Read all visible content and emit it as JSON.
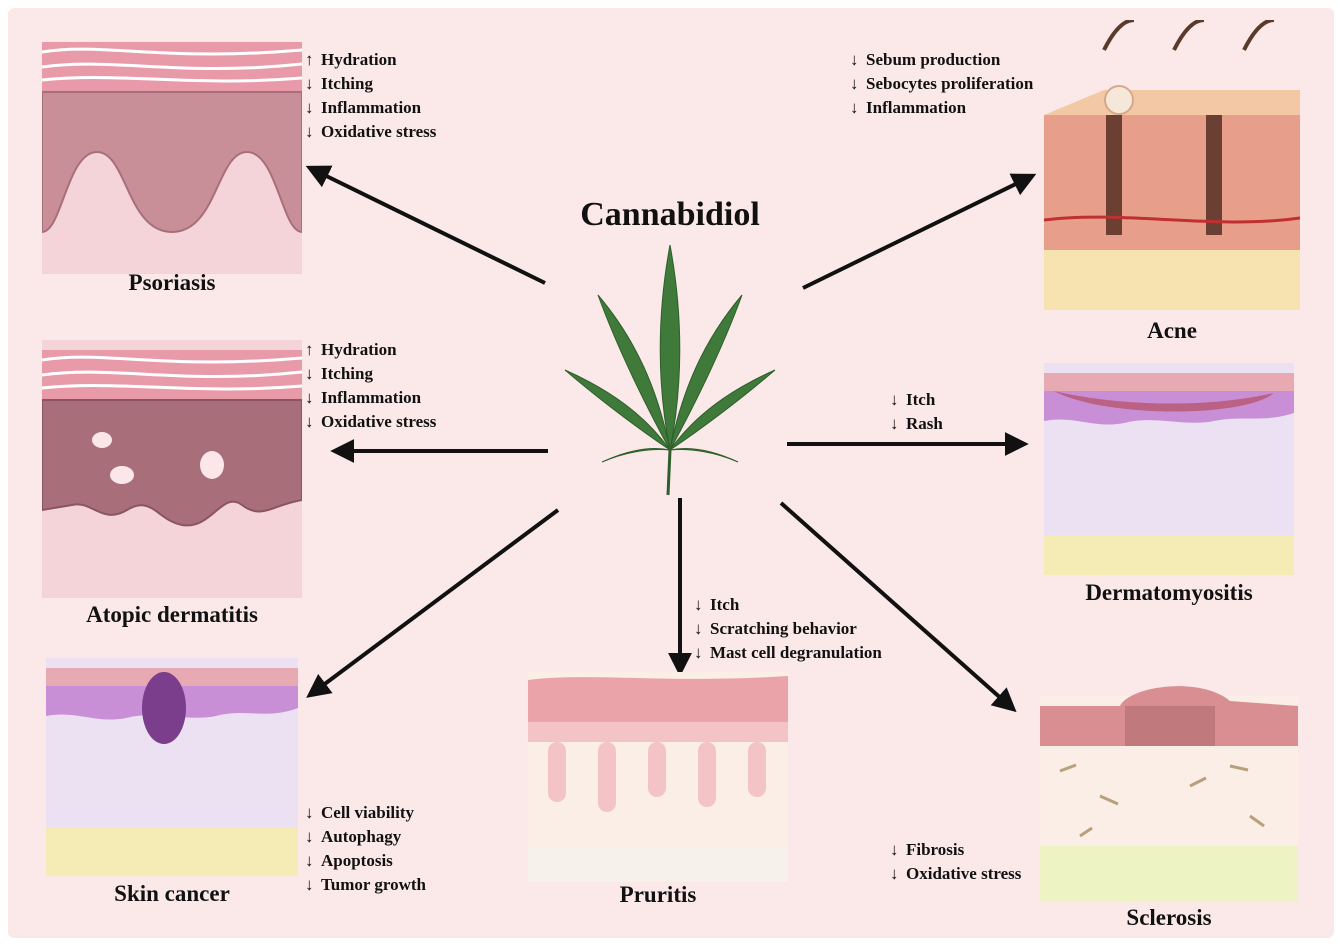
{
  "center": {
    "title": "Cannabidiol",
    "icon": "cannabis-leaf-icon"
  },
  "colors": {
    "background": "#fbe9e9",
    "arrow": "#111111",
    "leaf": "#3f7a3a",
    "skin_pink": "#e7a9b2",
    "epidermis_purple": "#c98fd6",
    "fat_yellow": "#f4e7b0"
  },
  "diseases": {
    "psoriasis": {
      "label": "Psoriasis",
      "effects": [
        {
          "arrow": "↑",
          "text": "Hydration"
        },
        {
          "arrow": "↓",
          "text": "Itching"
        },
        {
          "arrow": "↓",
          "text": "Inflammation"
        },
        {
          "arrow": "↓",
          "text": "Oxidative stress"
        }
      ]
    },
    "atopic": {
      "label": "Atopic dermatitis",
      "effects": [
        {
          "arrow": "↑",
          "text": "Hydration"
        },
        {
          "arrow": "↓",
          "text": "Itching"
        },
        {
          "arrow": "↓",
          "text": "Inflammation"
        },
        {
          "arrow": "↓",
          "text": "Oxidative stress"
        }
      ]
    },
    "skin_cancer": {
      "label": "Skin cancer",
      "effects": [
        {
          "arrow": "↓",
          "text": "Cell viability"
        },
        {
          "arrow": "↓",
          "text": "Autophagy"
        },
        {
          "arrow": "↓",
          "text": "Apoptosis"
        },
        {
          "arrow": "↓",
          "text": "Tumor growth"
        }
      ]
    },
    "pruritis": {
      "label": "Pruritis",
      "effects": [
        {
          "arrow": "↓",
          "text": "Itch"
        },
        {
          "arrow": "↓",
          "text": "Scratching behavior"
        },
        {
          "arrow": "↓",
          "text": "Mast cell degranulation"
        }
      ]
    },
    "acne": {
      "label": "Acne",
      "effects": [
        {
          "arrow": "↓",
          "text": "Sebum production"
        },
        {
          "arrow": "↓",
          "text": "Sebocytes proliferation"
        },
        {
          "arrow": "↓",
          "text": "Inflammation"
        }
      ]
    },
    "dermatomyositis": {
      "label": "Dermatomyositis",
      "effects": [
        {
          "arrow": "↓",
          "text": "Itch"
        },
        {
          "arrow": "↓",
          "text": "Rash"
        }
      ]
    },
    "sclerosis": {
      "label": "Sclerosis",
      "effects": [
        {
          "arrow": "↓",
          "text": "Fibrosis"
        },
        {
          "arrow": "↓",
          "text": "Oxidative  stress"
        }
      ]
    }
  }
}
